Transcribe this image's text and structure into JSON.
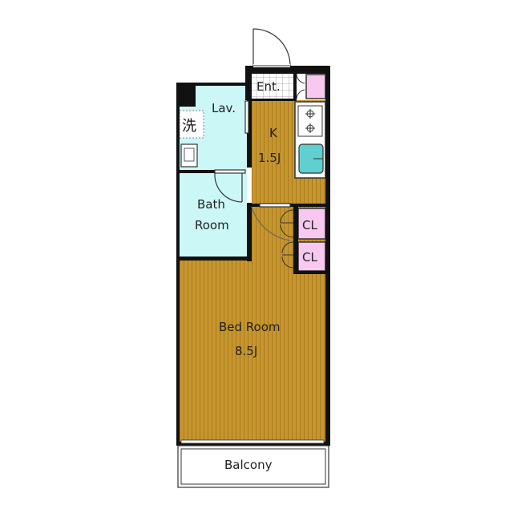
{
  "rooms": {
    "entrance": {
      "label": "Ent."
    },
    "lavatory": {
      "label": "Lav."
    },
    "washer": {
      "label": "洗"
    },
    "kitchen": {
      "label": "K",
      "size": "1.5J"
    },
    "bath": {
      "label_line1": "Bath",
      "label_line2": "Room"
    },
    "closet_upper": {
      "label": "CL"
    },
    "closet_lower": {
      "label": "CL"
    },
    "bedroom": {
      "label": "Bed Room",
      "size": "8.5J"
    },
    "balcony": {
      "label": "Balcony"
    }
  },
  "colors": {
    "wall": "#111111",
    "wood_floor": "#c8962e",
    "wood_stripe": "#a87a1e",
    "wet_area": "#ccf7f7",
    "closet": "#f8c8f0",
    "entrance_tile": "#ffffff",
    "sink": "#5fcfcf"
  }
}
